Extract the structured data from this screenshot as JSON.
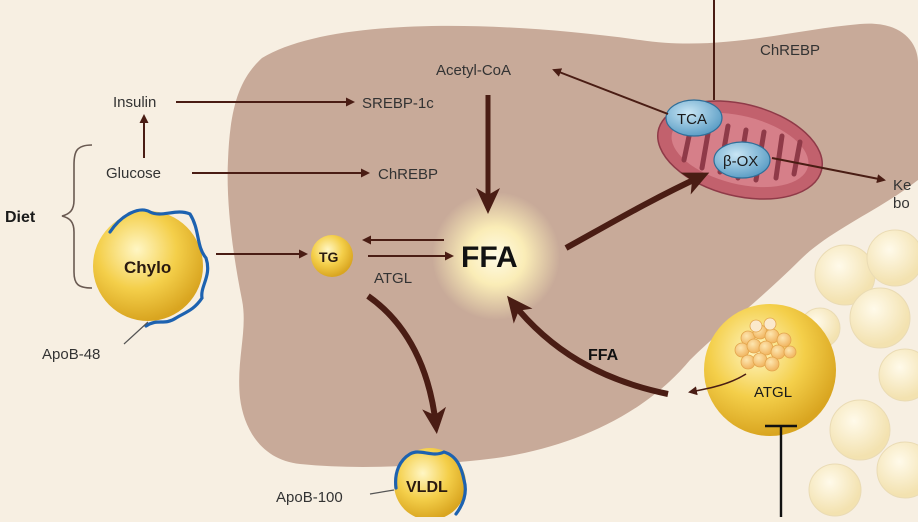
{
  "labels": {
    "diet": "Diet",
    "insulin": "Insulin",
    "glucose": "Glucose",
    "chylo": "Chylo",
    "apob48": "ApoB-48",
    "srebp": "SREBP-1c",
    "chrebp_liver": "ChREBP",
    "acetyl_coa": "Acetyl-CoA",
    "tg": "TG",
    "ffa_center": "FFA",
    "atgl_liver": "ATGL",
    "vldl": "VLDL",
    "apob100": "ApoB-100",
    "chrebp_top": "ChREBP",
    "tca": "TCA",
    "beta_ox": "β-OX",
    "ketone_1": "Ke",
    "ketone_2": "bo",
    "ffa_flux": "FFA",
    "atgl_adipose": "ATGL"
  },
  "colors": {
    "background": "#f7efe2",
    "liver": "#c8aa99",
    "arrow": "#4a1d14",
    "mitochondria": "#c2616d",
    "cristae": "#8f3a48",
    "tca_fill": "#7db8d8",
    "yellow_ball": "#f2c640",
    "apob_line": "#1d62b0"
  }
}
